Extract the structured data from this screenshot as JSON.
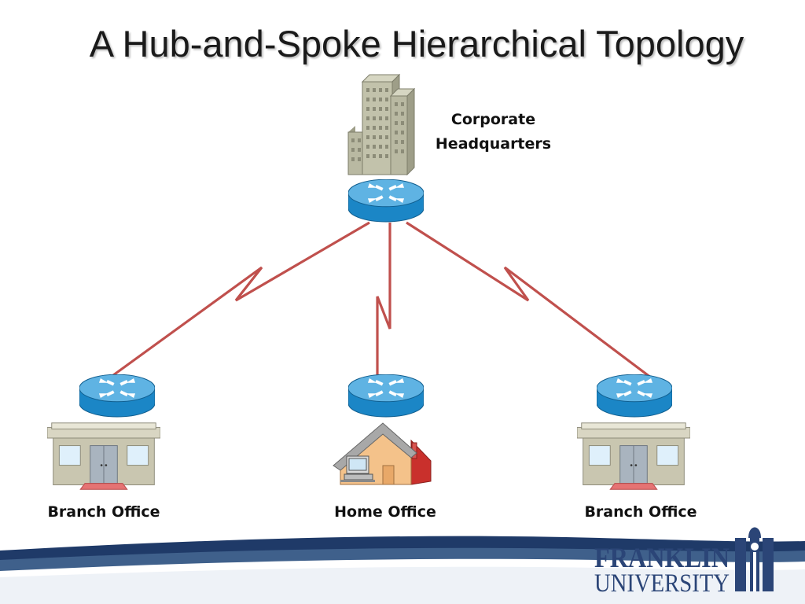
{
  "slide": {
    "title": "A Hub-and-Spoke Hierarchical Topology"
  },
  "nodes": {
    "hq": {
      "label_line1": "Corporate",
      "label_line2": "Headquarters",
      "icon": "office-building-icon"
    },
    "branch_left": {
      "label": "Branch Office",
      "icon": "storefront-icon"
    },
    "home": {
      "label": "Home Office",
      "icon": "house-icon"
    },
    "branch_right": {
      "label": "Branch Office",
      "icon": "storefront-icon"
    }
  },
  "router_icon": "router-icon",
  "links": [
    {
      "from": "hq",
      "to": "branch_left",
      "type": "WAN serial"
    },
    {
      "from": "hq",
      "to": "home",
      "type": "WAN serial"
    },
    {
      "from": "hq",
      "to": "branch_right",
      "type": "WAN serial"
    }
  ],
  "colors": {
    "router_body": "#1b86c6",
    "router_top": "#5fb3e3",
    "wan_link": "#c0504d",
    "building": "#b9b9a2",
    "footer_band": "#1f3a68",
    "logo_text": "#2b4577"
  },
  "logo": {
    "line1": "FRANKLIN",
    "line2": "UNIVERSITY"
  }
}
